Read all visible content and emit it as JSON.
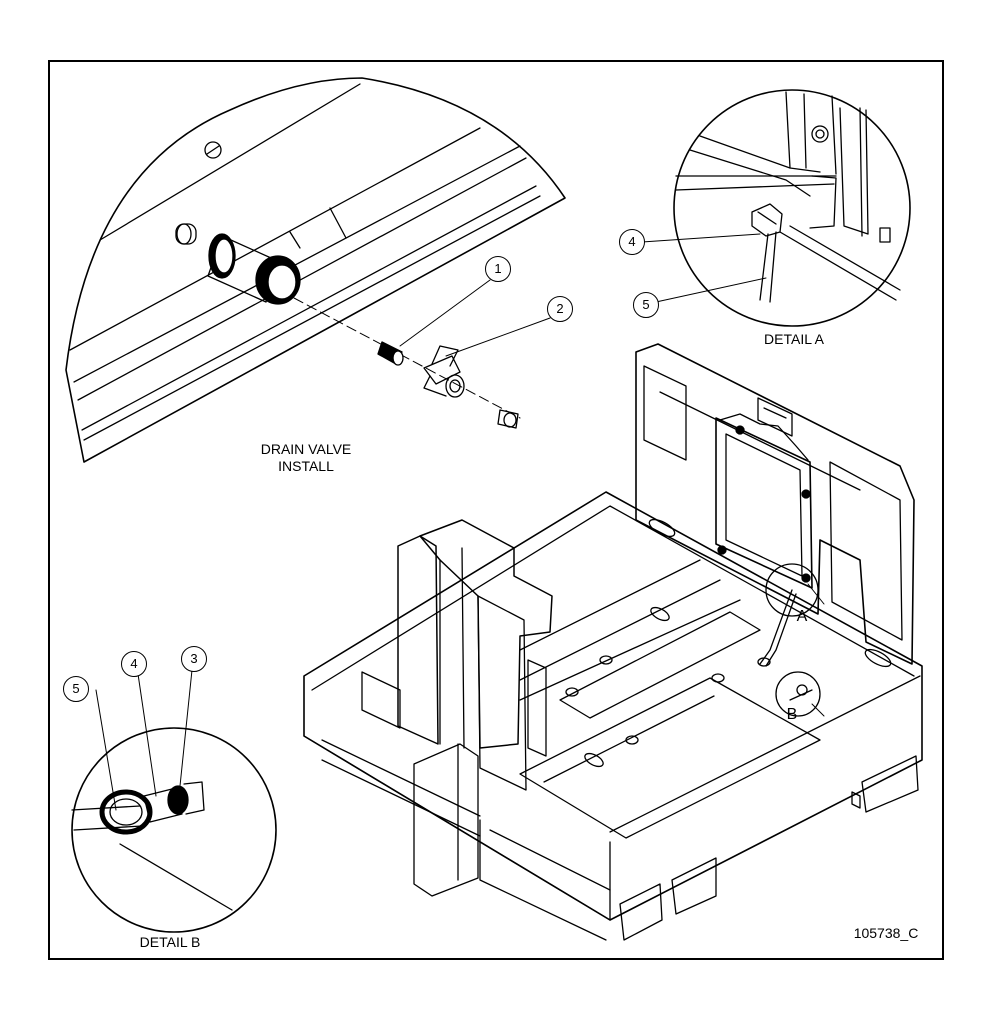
{
  "document_id": "105738_C",
  "labels": {
    "drain_valve_install": "DRAIN VALVE\nINSTALL",
    "detail_a": "DETAIL A",
    "detail_b": "DETAIL B",
    "ref_a": "A",
    "ref_b": "B"
  },
  "callouts": {
    "drain": [
      "1",
      "2"
    ],
    "detail_a": [
      "4",
      "5"
    ],
    "detail_b": [
      "5",
      "4",
      "3"
    ]
  },
  "colors": {
    "line": "#000000",
    "background": "#ffffff"
  }
}
